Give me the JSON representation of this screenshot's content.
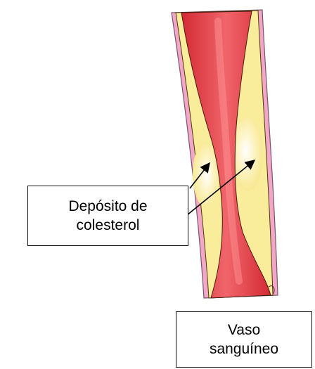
{
  "labels": {
    "deposit": {
      "line1": "Depósito de",
      "line2": "colesterol"
    },
    "vessel": {
      "line1": "Vaso",
      "line2": "sanguíneo"
    }
  },
  "colors": {
    "vessel_wall": "#F2A7C7",
    "vessel_wall_edge": "#7a5570",
    "plaque": "#FAEE9C",
    "plaque_highlight": "#FFFFFF",
    "blood": "#E0303A",
    "blood_highlight": "#FF8A8A",
    "plaque_edge": "#4a3a10"
  }
}
